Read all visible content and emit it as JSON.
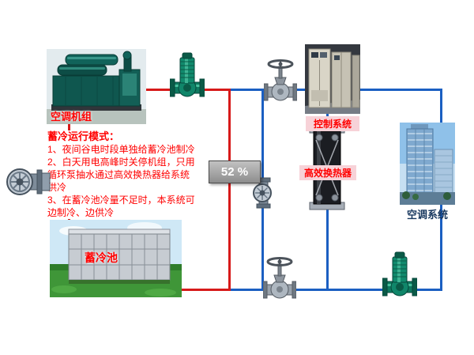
{
  "diagram": {
    "percent_label": "52 %",
    "mode_box": {
      "title": "蓄冷运行模式：",
      "lines": [
        "1、夜间谷电时段单独给蓄冷池制冷",
        "2、白天用电高峰时关停机组，只用",
        "循环泵抽水通过高效换热器给系统",
        "供冷",
        "3、在蓄冷池冷量不足时，本系统可",
        "边制冷、边供冷"
      ]
    },
    "equipment": {
      "chiller": {
        "label": "空调机组"
      },
      "control_system": {
        "label": "控制系统"
      },
      "heat_exchanger": {
        "label": "高效换热器"
      },
      "ac_system": {
        "label": "空调系统"
      },
      "storage_tank": {
        "label": "蓄冷池"
      }
    },
    "colors": {
      "chilled_water_loop": "#d71a1a",
      "cooling_water_loop": "#1b5fc2",
      "label_red": "#ff0000",
      "label_dark_blue": "#17375e"
    }
  }
}
